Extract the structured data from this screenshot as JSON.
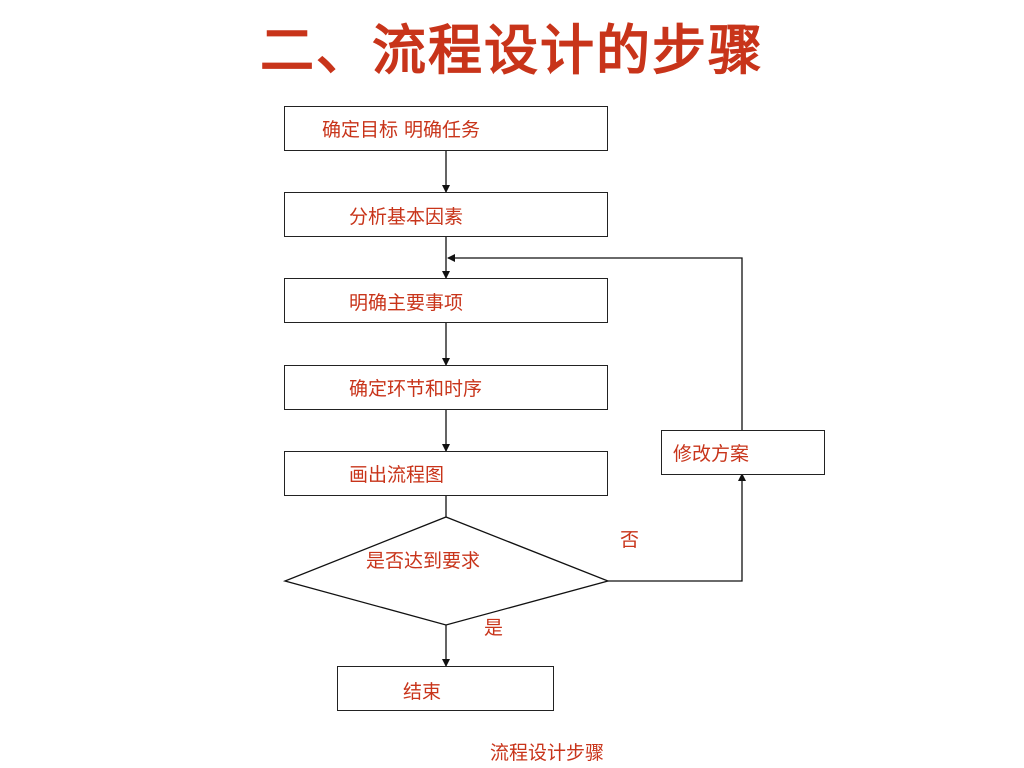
{
  "title": "二、流程设计的步骤",
  "steps": [
    "确定目标 明确任务",
    "分析基本因素",
    "明确主要事项",
    "确定环节和时序",
    "画出流程图"
  ],
  "decision": "是否达到要求",
  "revise": "修改方案",
  "no_label": "否",
  "yes_label": "是",
  "end": "结束",
  "caption": "流程设计步骤"
}
